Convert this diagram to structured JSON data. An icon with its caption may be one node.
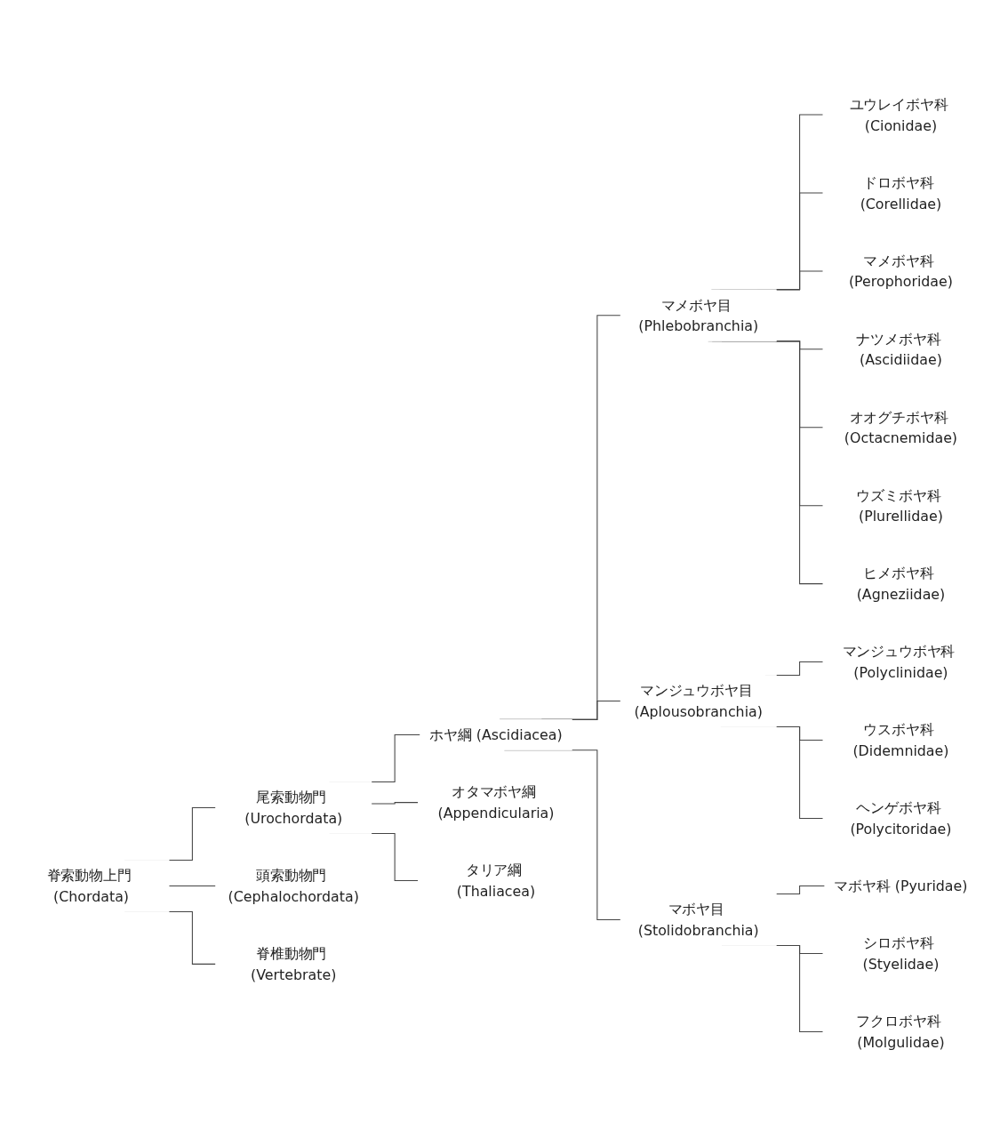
{
  "diagram": {
    "nodes": [
      {
        "text": [
          "脊索動物上門 (Chordata)"
        ]
      },
      {
        "text": [
          "尾索動物門 (Urochordata)"
        ]
      },
      {
        "text": [
          "頭索動物門 (Cephalochordata)"
        ]
      },
      {
        "text": [
          "脊椎動物門 (Vertebrate)"
        ]
      },
      {
        "text": [
          "ホヤ綱 (Ascidiacea)"
        ]
      },
      {
        "text": [
          "オタマボヤ綱 (Appendicularia)"
        ]
      },
      {
        "text": [
          "タリア綱 (Thaliacea)"
        ]
      },
      {
        "text": [
          "マメボヤ目 (Phlebobranchia)"
        ]
      },
      {
        "text": [
          "ユウレイボヤ科 (Cionidae)"
        ]
      },
      {
        "text": [
          "ドロボヤ科 (Corellidae)"
        ]
      },
      {
        "text": [
          "マメボヤ科 (Perophoridae)"
        ]
      },
      {
        "text": [
          "ナツメボヤ科 (Ascidiidae)"
        ]
      },
      {
        "text": [
          "オオグチボヤ科 (Octacnemidae)"
        ]
      },
      {
        "text": [
          "ウズミボヤ科 (Plurellidae)"
        ]
      },
      {
        "text": [
          "ヒメボヤ科 (Agneziidae)"
        ]
      },
      {
        "text": [
          "マンジュウボヤ目 (Aplousobranchia)"
        ]
      },
      {
        "text": [
          "マンジュウボヤ科 (Polyclinidae)"
        ]
      },
      {
        "text": [
          "ウスボヤ科 (Didemnidae)"
        ]
      },
      {
        "text": [
          "ヘンゲボヤ科 (Polycitoridae)"
        ]
      },
      {
        "text": [
          "マボヤ目 (Stolidobranchia)"
        ]
      },
      {
        "text": [
          "マボヤ科 (Pyuridae)"
        ]
      },
      {
        "text": [
          "シロボヤ科 (Styelidae)"
        ]
      },
      {
        "text": [
          "フクロボヤ科 (Molgulidae)"
        ]
      }
    ],
    "edges": [
      {
        "from": 0,
        "to": 1,
        "arrow": "none"
      },
      {
        "from": 0,
        "to": 2,
        "arrow": "none"
      },
      {
        "from": 0,
        "to": 3,
        "arrow": "none"
      },
      {
        "from": 1,
        "to": 4,
        "arrow": "none"
      },
      {
        "from": 1,
        "to": 5,
        "arrow": "none"
      },
      {
        "from": 1,
        "to": 6,
        "arrow": "none"
      },
      {
        "from": 4,
        "to": 7,
        "arrow": "none"
      },
      {
        "from": 4,
        "to": 15,
        "arrow": "none"
      },
      {
        "from": 4,
        "to": 19,
        "arrow": "none"
      },
      {
        "from": 7,
        "to": 8,
        "arrow": "none"
      },
      {
        "from": 7,
        "to": 9,
        "arrow": "none"
      },
      {
        "from": 7,
        "to": 10,
        "arrow": "none"
      },
      {
        "from": 7,
        "to": 11,
        "arrow": "none"
      },
      {
        "from": 7,
        "to": 12,
        "arrow": "none"
      },
      {
        "from": 7,
        "to": 13,
        "arrow": "none"
      },
      {
        "from": 7,
        "to": 14,
        "arrow": "none"
      },
      {
        "from": 15,
        "to": 16,
        "arrow": "none"
      },
      {
        "from": 15,
        "to": 17,
        "arrow": "none"
      },
      {
        "from": 15,
        "to": 18,
        "arrow": "none"
      },
      {
        "from": 19,
        "to": 20,
        "arrow": "none"
      },
      {
        "from": 19,
        "to": 21,
        "arrow": "none"
      },
      {
        "from": 19,
        "to": 22,
        "arrow": "none"
      }
    ]
  }
}
